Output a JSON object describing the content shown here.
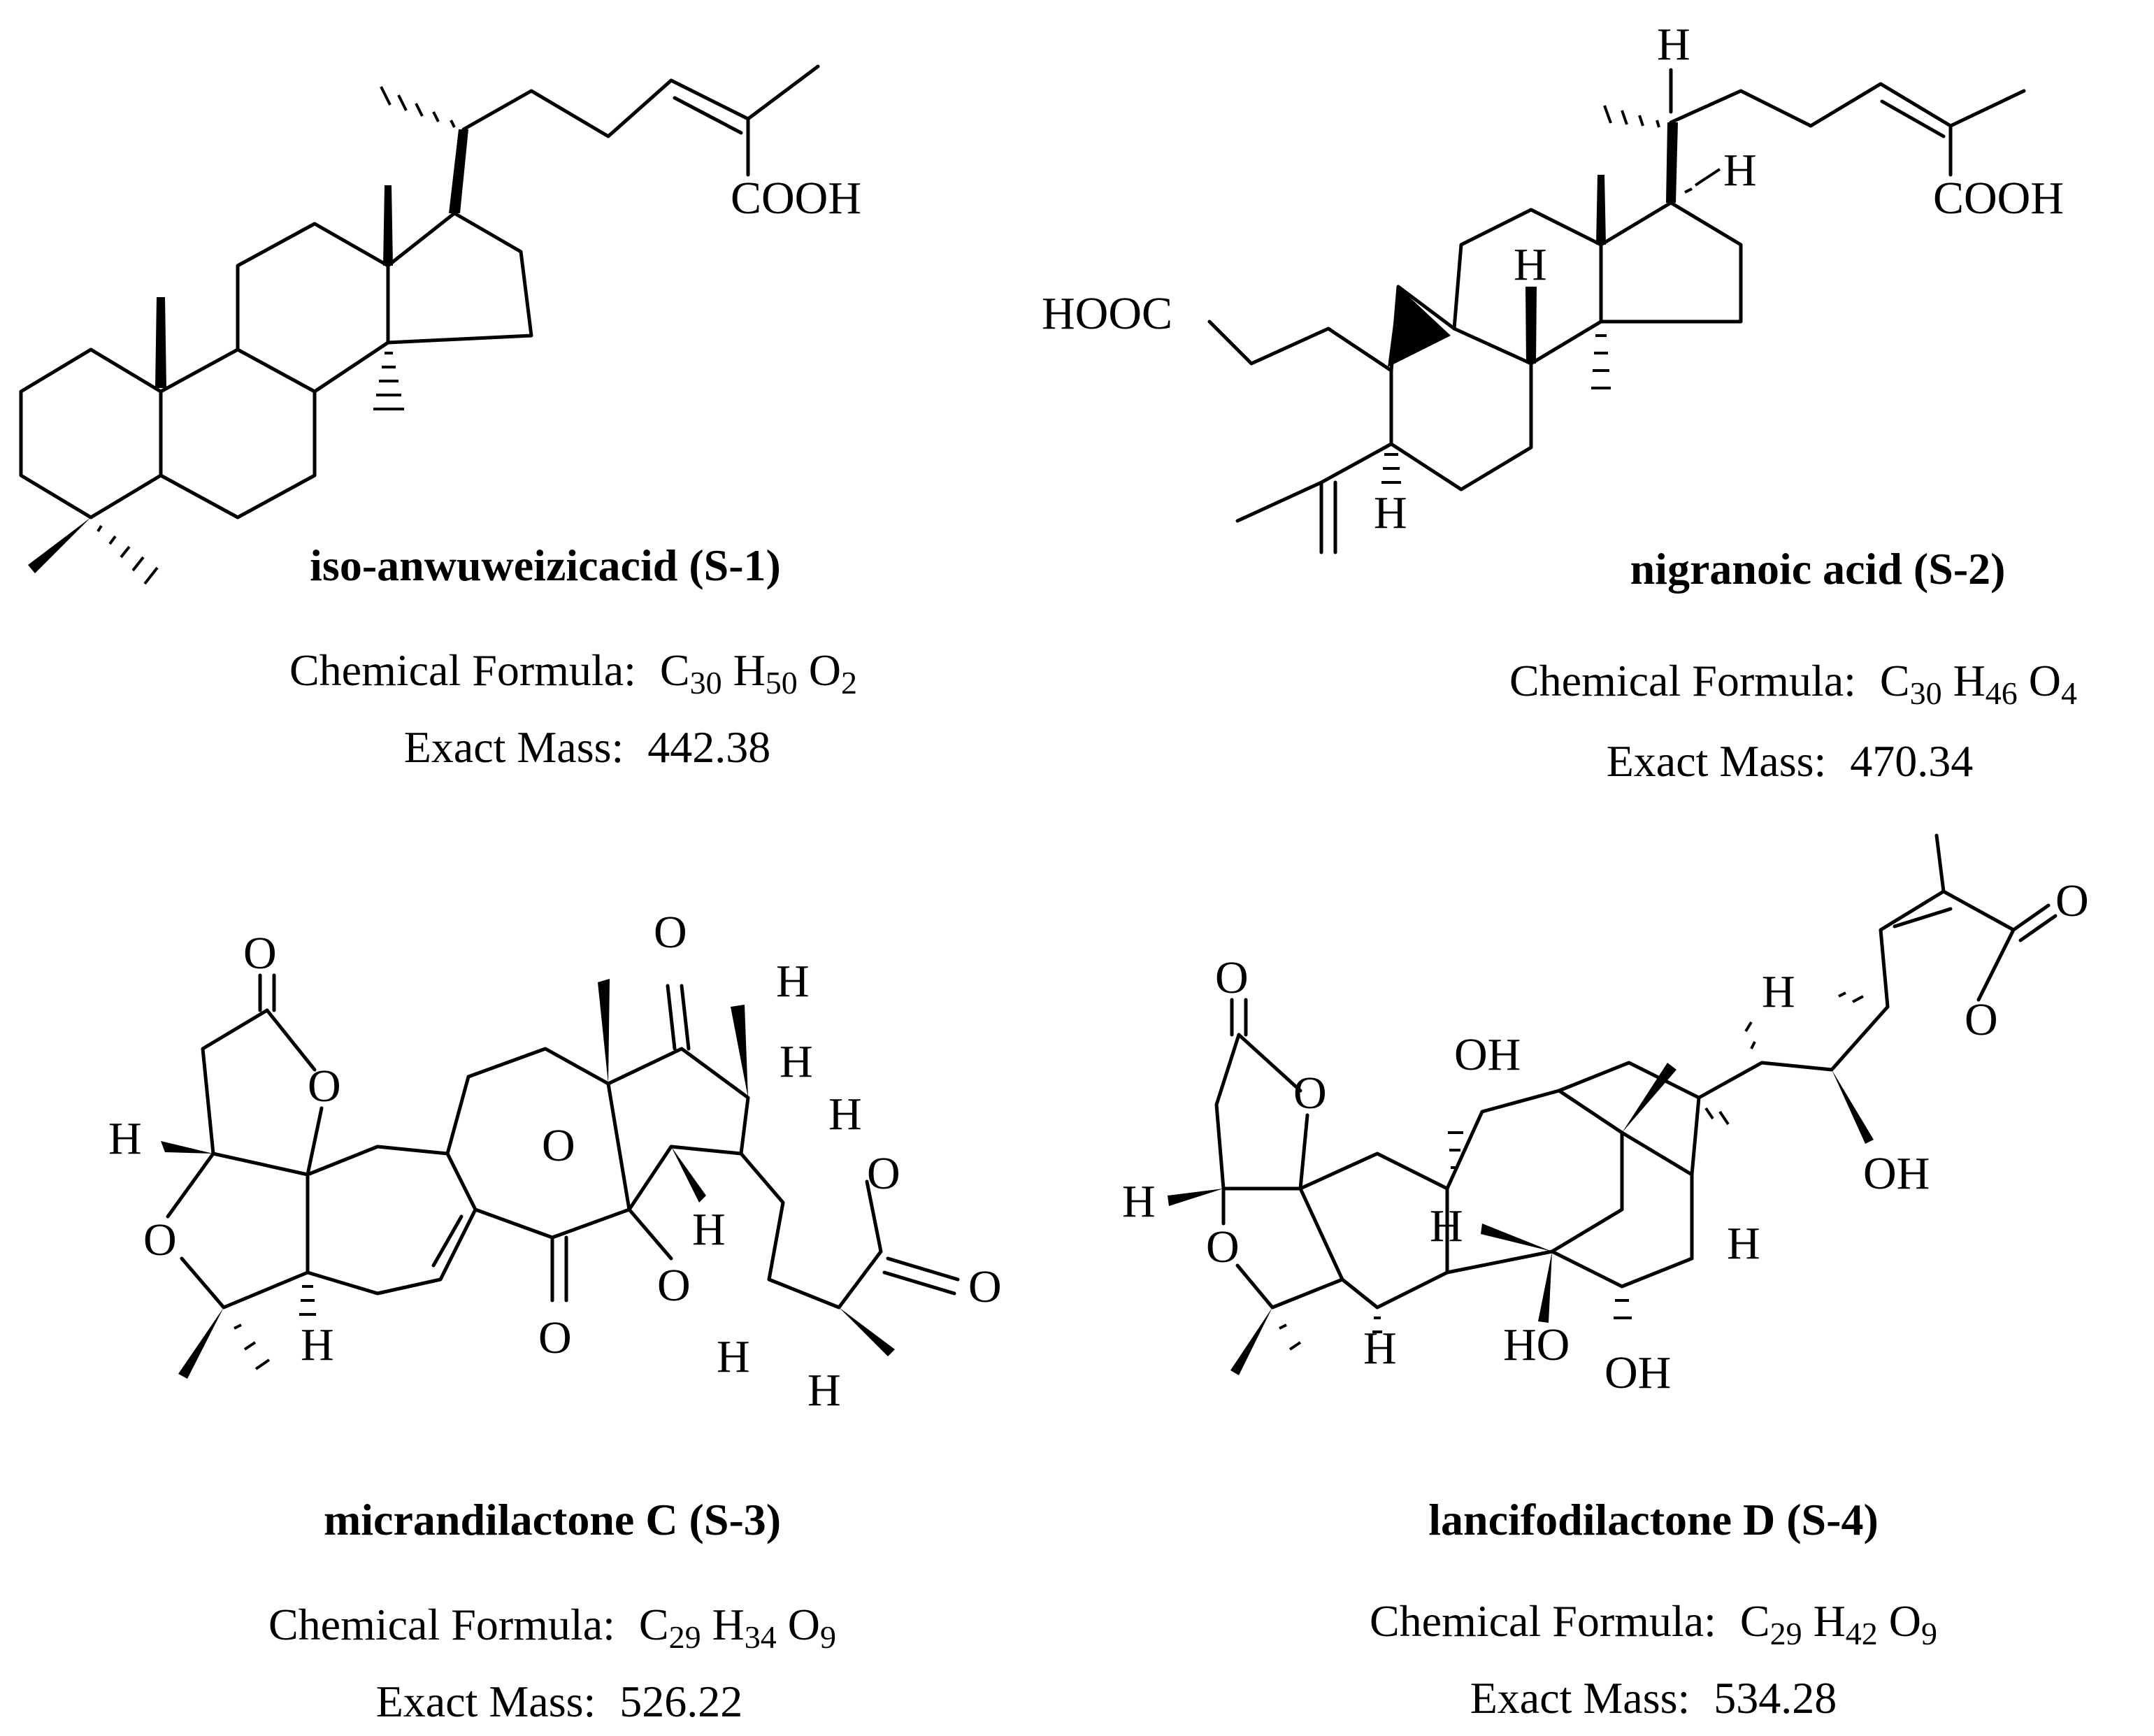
{
  "compounds": [
    {
      "name": "iso-anwuweizicacid (S-1)",
      "formula_label": "Chemical Formula:",
      "formula": [
        [
          "C",
          "30"
        ],
        [
          "H",
          "50"
        ],
        [
          "O",
          "2"
        ]
      ],
      "mass_label": "Exact Mass:",
      "mass": "442.38",
      "atom_labels": {
        "acid": "COOH"
      }
    },
    {
      "name": "nigranoic acid (S-2)",
      "formula_label": "Chemical Formula:",
      "formula": [
        [
          "C",
          "30"
        ],
        [
          "H",
          "46"
        ],
        [
          "O",
          "4"
        ]
      ],
      "mass_label": "Exact Mass:",
      "mass": "470.34",
      "atom_labels": {
        "acid_right": "COOH",
        "acid_left": "HOOC",
        "h": "H"
      }
    },
    {
      "name": "micrandilactone C (S-3)",
      "formula_label": "Chemical Formula:",
      "formula": [
        [
          "C",
          "29"
        ],
        [
          "H",
          "34"
        ],
        [
          "O",
          "9"
        ]
      ],
      "mass_label": "Exact Mass:",
      "mass": "526.22",
      "atom_labels": {
        "o": "O",
        "h": "H"
      }
    },
    {
      "name": "lancifodilactone D (S-4)",
      "formula_label": "Chemical Formula:",
      "formula": [
        [
          "C",
          "29"
        ],
        [
          "H",
          "42"
        ],
        [
          "O",
          "9"
        ]
      ],
      "mass_label": "Exact Mass:",
      "mass": "534.28",
      "atom_labels": {
        "o": "O",
        "h": "H",
        "oh": "OH",
        "ho": "HO"
      }
    }
  ]
}
